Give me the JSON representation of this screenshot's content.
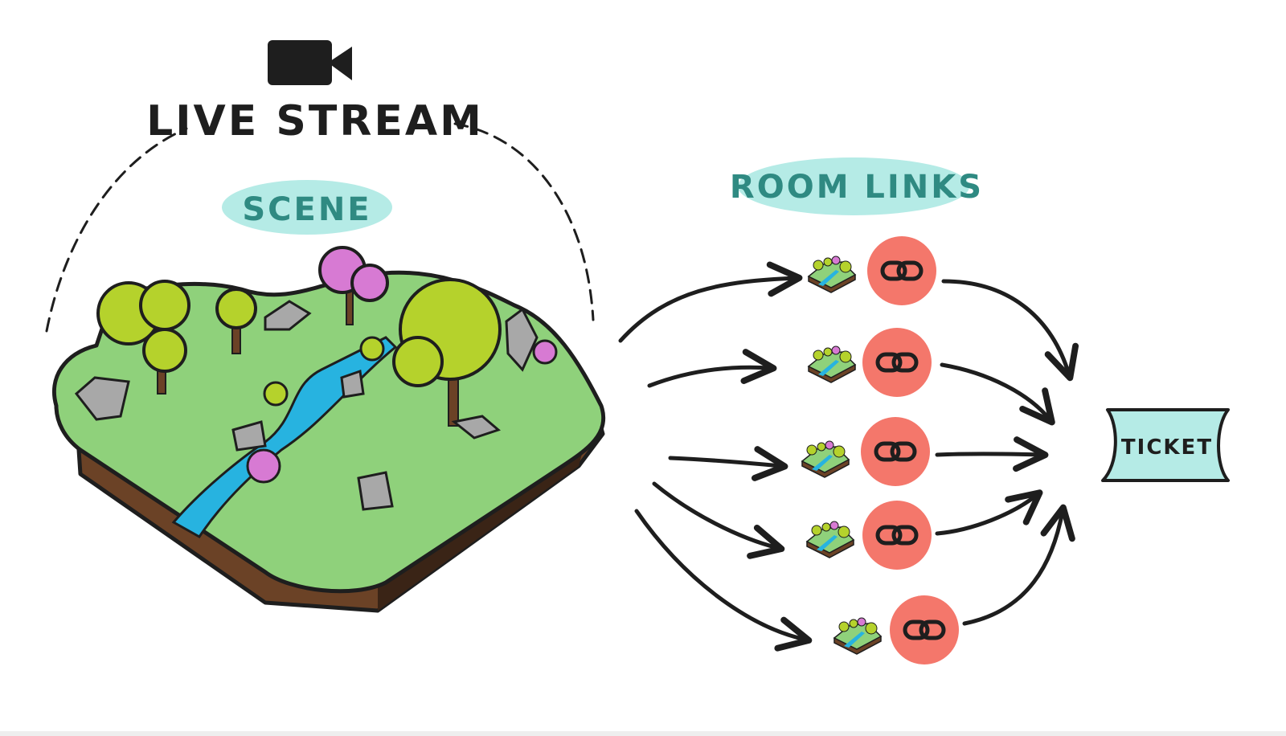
{
  "title": "LIVE STREAM",
  "scene_label": "SCENE",
  "room_links_label": "ROOM LINKS",
  "ticket_label": "TICKET",
  "icons": {
    "camera": "video-camera-icon",
    "link": "chain-link-icon",
    "scene_thumbnail": "scene-thumbnail-icon",
    "ticket": "ticket-icon"
  },
  "colors": {
    "label_background": "#b5ebe6",
    "label_text": "#2f8a82",
    "link_circle": "#f4776b",
    "ticket_fill": "#b5ebe6",
    "ink": "#1e1e1e",
    "grass": "#8fd17b",
    "dirt": "#6b4226",
    "water": "#27b3e0",
    "tree": "#b5d22c",
    "blossom": "#d77ad3",
    "rock": "#a8a8a8"
  },
  "room_link_count": 5
}
